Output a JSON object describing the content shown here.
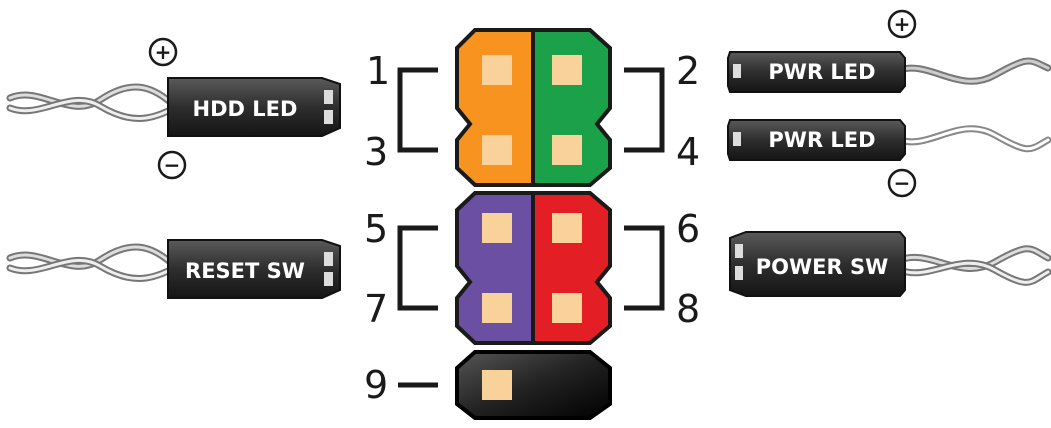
{
  "pins": {
    "p1": "1",
    "p2": "2",
    "p3": "3",
    "p4": "4",
    "p5": "5",
    "p6": "6",
    "p7": "7",
    "p8": "8",
    "p9": "9"
  },
  "connectors": {
    "hdd_led": "HDD LED",
    "pwr_led_top": "PWR LED",
    "pwr_led_bottom": "PWR LED",
    "reset_sw": "RESET SW",
    "power_sw": "POWER SW"
  },
  "polarity": {
    "plus": "+",
    "minus": "−"
  },
  "colors": {
    "hdd_led_block": "#f7931e",
    "pwr_led_block": "#1ca14b",
    "reset_sw_block": "#6b4fa3",
    "power_sw_block": "#e31e24",
    "pin9_block": "#1a1a1a",
    "pin_square": "#f8d29a",
    "connector_body": "#3a3a3a"
  },
  "icons": [
    "plus-icon",
    "minus-icon",
    "twisted-wire-icon"
  ]
}
